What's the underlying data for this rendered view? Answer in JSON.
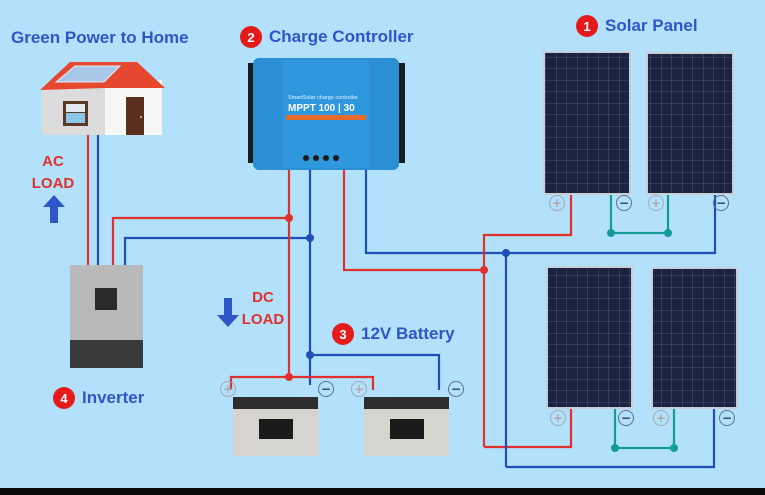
{
  "title": "Green Power to Home",
  "components": [
    {
      "number": "1",
      "label": "Solar Panel"
    },
    {
      "number": "2",
      "label": "Charge Controller"
    },
    {
      "number": "3",
      "label": "12V Battery"
    },
    {
      "number": "4",
      "label": "Inverter"
    }
  ],
  "loads": {
    "ac": {
      "line1": "AC",
      "line2": "LOAD",
      "direction": "up"
    },
    "dc": {
      "line1": "DC",
      "line2": "LOAD",
      "direction": "down"
    }
  },
  "charge_controller": {
    "brand_line": "SmartSolar charge controller",
    "model": "MPPT 100 | 30"
  },
  "terminals": {
    "positive": "+",
    "negative": "−"
  },
  "colors": {
    "background": "#b3e1fb",
    "label_blue": "#2f56c8",
    "badge_red": "#e51b1b",
    "wire_positive": "#e0302c",
    "wire_negative": "#1f4fb5",
    "wire_series": "#159a9a",
    "controller_blue": "#2b8fd6",
    "panel_dark": "#1c2340"
  }
}
